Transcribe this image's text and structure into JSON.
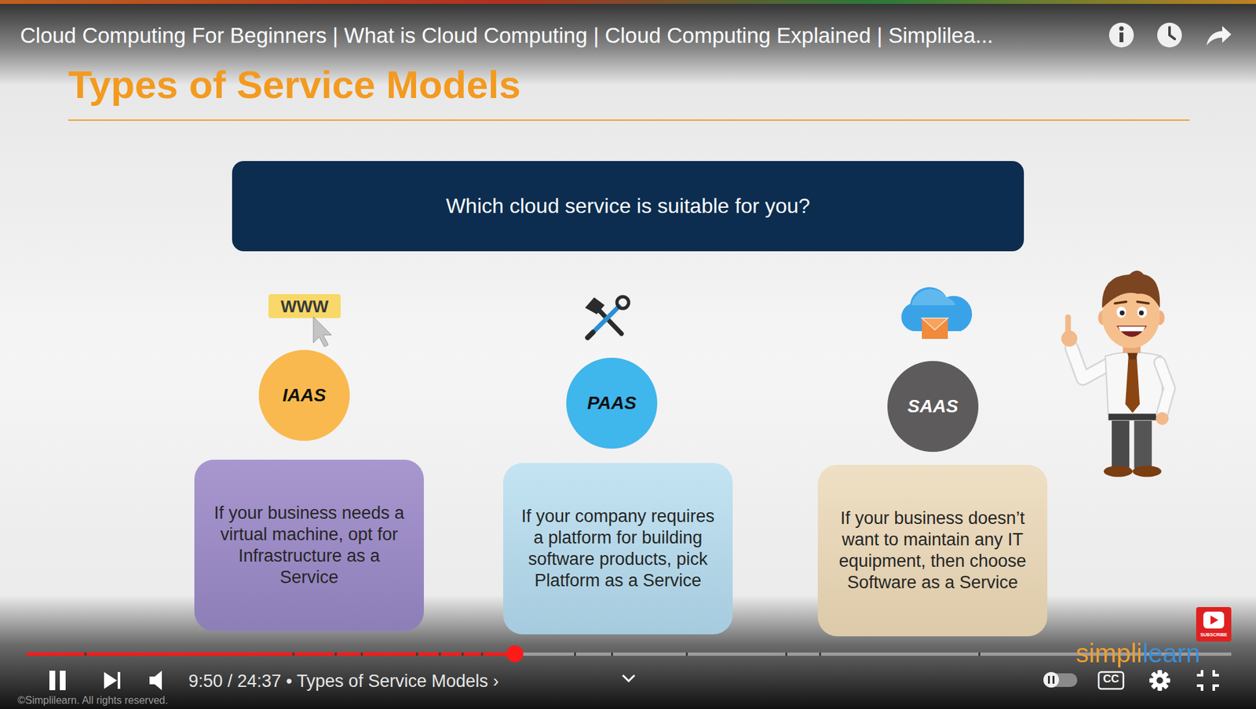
{
  "diagram": {
    "title": "Types of Service Models",
    "nodes": [
      {
        "text": [
          "Which cloud service is suitable for you?"
        ]
      },
      {
        "text": [
          "IAAS"
        ]
      },
      {
        "text": [
          "PAAS"
        ]
      },
      {
        "text": [
          "SAAS"
        ]
      },
      {
        "text": [
          "If your business needs a virtual machine, opt for Infrastructure as a Service"
        ]
      },
      {
        "text": [
          "If your company requires a platform for building software products, pick Platform as a Service"
        ]
      },
      {
        "text": [
          "If your business doesn’t want to maintain any IT equipment, then choose Software as a Service"
        ]
      }
    ],
    "labels": [
      "Cloud Computing For Beginners | What is Cloud Computing | Cloud Computing Explained | Simplilea...",
      "WWW",
      "©Simplilearn. All rights reserved.",
      "9:50 / 24:37 • Types of Service Models ›",
      "CC",
      "SUBSCRIBE",
      "simplilearn"
    ]
  }
}
